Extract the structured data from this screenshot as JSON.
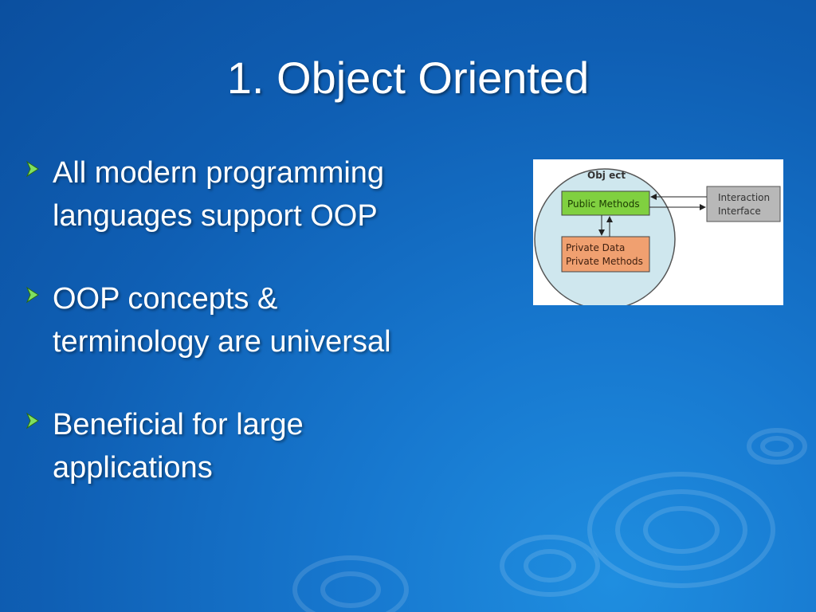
{
  "slide": {
    "title": "1. Object Oriented",
    "bullets": [
      {
        "line1": "All modern programming",
        "line2": "languages support OOP"
      },
      {
        "line1": "OOP concepts &",
        "line2": "terminology are universal"
      },
      {
        "line1": "Beneficial for large",
        "line2": "applications"
      }
    ]
  },
  "diagram": {
    "object_label": "Obj ect",
    "public_methods": "Public Methods",
    "private_data": "Private Data",
    "private_methods": "Private Methods",
    "interaction_line1": "Interaction",
    "interaction_line2": "Interface"
  },
  "colors": {
    "background": "#0f5fb4",
    "bullet_arrow": "#7fe060",
    "circle_fill": "#cfe7ee",
    "public_box": "#80d040",
    "private_box": "#f0a070",
    "interface_box": "#b8b8b8"
  },
  "icons": {
    "bullet": "chevron-right-icon"
  }
}
